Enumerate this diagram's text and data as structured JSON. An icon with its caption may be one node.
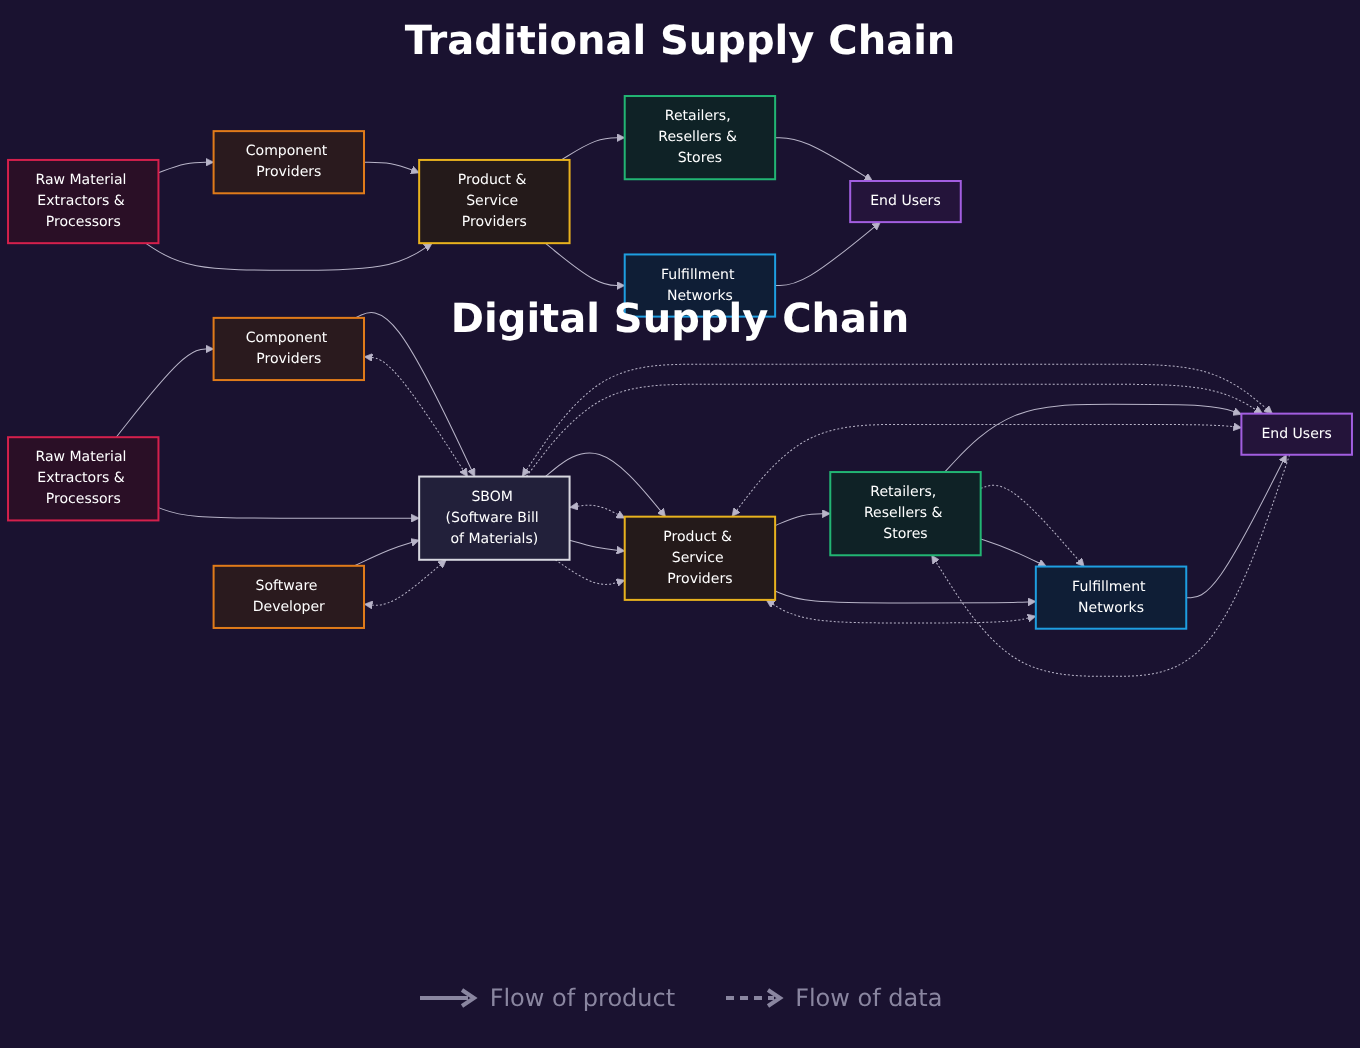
{
  "diagram": {
    "nodes": [
      {
        "text": [
          "Raw Material Extractors & Processors"
        ]
      },
      {
        "text": [
          "Component Providers"
        ]
      },
      {
        "text": [
          "Product & Service Providers"
        ]
      },
      {
        "text": [
          "Retailers, Resellers & Stores"
        ]
      },
      {
        "text": [
          "Fulfillment Networks"
        ]
      },
      {
        "text": [
          "End Users"
        ]
      },
      {
        "text": [
          "Raw Material Extractors & Processors"
        ]
      },
      {
        "text": [
          "Component Providers"
        ]
      },
      {
        "text": [
          "Software Developer"
        ]
      },
      {
        "text": [
          "SBOM (Software Bill of Materials)"
        ]
      },
      {
        "text": [
          "Product & Service Providers"
        ]
      },
      {
        "text": [
          "Retailers, Resellers & Stores"
        ]
      },
      {
        "text": [
          "Fulfillment Networks"
        ]
      },
      {
        "text": [
          "End Users"
        ]
      }
    ],
    "edges": [
      {
        "from": 0,
        "to": 1,
        "arrow": "to"
      },
      {
        "from": 1,
        "to": 2,
        "arrow": "to"
      },
      {
        "from": 0,
        "to": 2,
        "arrow": "to"
      },
      {
        "from": 2,
        "to": 3,
        "arrow": "to"
      },
      {
        "from": 2,
        "to": 4,
        "arrow": "to"
      },
      {
        "from": 3,
        "to": 5,
        "arrow": "to"
      },
      {
        "from": 4,
        "to": 5,
        "arrow": "to"
      },
      {
        "from": 6,
        "to": 7,
        "arrow": "to"
      },
      {
        "from": 7,
        "to": 9,
        "arrow": "to"
      },
      {
        "from": 7,
        "to": 9,
        "arrow": "both",
        "style": "dashed"
      },
      {
        "from": 6,
        "to": 9,
        "arrow": "to"
      },
      {
        "from": 8,
        "to": 9,
        "arrow": "to"
      },
      {
        "from": 8,
        "to": 9,
        "arrow": "both",
        "style": "dashed"
      },
      {
        "from": 9,
        "to": 10,
        "arrow": "to"
      },
      {
        "from": 9,
        "to": 10,
        "arrow": "both",
        "style": "dashed"
      },
      {
        "from": 9,
        "to": 10,
        "arrow": "to"
      },
      {
        "from": 9,
        "to": 10,
        "arrow": "to",
        "style": "dashed"
      },
      {
        "from": 9,
        "to": 13,
        "arrow": "both",
        "style": "dashed"
      },
      {
        "from": 9,
        "to": 13,
        "arrow": "to",
        "style": "dashed"
      },
      {
        "from": 10,
        "to": 11,
        "arrow": "to"
      },
      {
        "from": 11,
        "to": 13,
        "arrow": "to"
      },
      {
        "from": 13,
        "to": 11,
        "arrow": "to",
        "style": "dashed"
      },
      {
        "from": 10,
        "to": 13,
        "arrow": "both",
        "style": "dashed"
      },
      {
        "from": 11,
        "to": 12,
        "arrow": "to",
        "style": "dashed"
      },
      {
        "from": 11,
        "to": 12,
        "arrow": "to"
      },
      {
        "from": 10,
        "to": 12,
        "arrow": "to"
      },
      {
        "from": 10,
        "to": 12,
        "arrow": "both",
        "style": "dashed"
      },
      {
        "from": 12,
        "to": 13,
        "arrow": "to"
      }
    ],
    "labels": [
      "Traditional Supply Chain",
      "Digital Supply Chain"
    ],
    "legend": [
      {
        "text": "Flow of product"
      },
      {
        "text": "Flow of data"
      }
    ]
  }
}
